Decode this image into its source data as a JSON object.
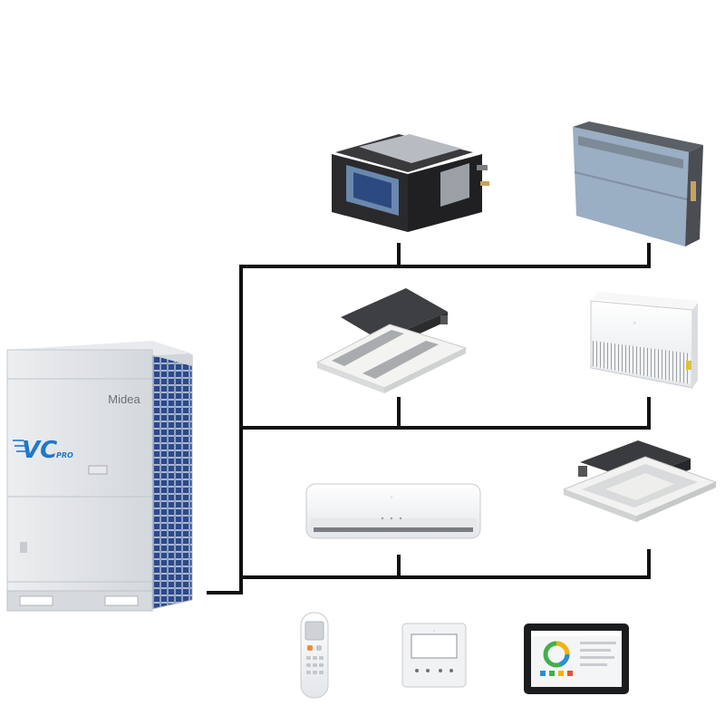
{
  "outdoor_unit": {
    "brand": "Midea",
    "series_logo": "VC",
    "series_suffix": "PRO"
  },
  "indoor_units": [
    {
      "name": "high-static-duct-unit"
    },
    {
      "name": "concealed-floor-standing-unit"
    },
    {
      "name": "two-way-cassette-unit"
    },
    {
      "name": "ceiling-floor-unit"
    },
    {
      "name": "wall-mounted-unit"
    },
    {
      "name": "four-way-cassette-unit"
    }
  ],
  "controllers": [
    {
      "name": "wireless-remote-controller"
    },
    {
      "name": "wired-controller"
    },
    {
      "name": "touch-screen-central-controller"
    }
  ],
  "colors": {
    "line": "#111111",
    "unit_white": "#f4f5f6",
    "unit_grey": "#dfe2e5",
    "coil_blue": "#2c4a8a",
    "duct_black": "#2a2a2c",
    "panel_blue": "#9aaec4",
    "logo_blue": "#1f78c8"
  }
}
